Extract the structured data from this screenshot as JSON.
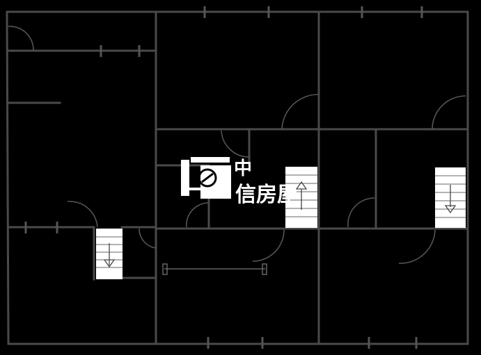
{
  "watermark": {
    "line1": "中",
    "line2": "信房屋",
    "logo": "zhongxin-realty-logo"
  },
  "stairs": [
    {
      "id": "stair-left",
      "direction": "down",
      "icon": "down-arrow-icon"
    },
    {
      "id": "stair-center",
      "direction": "up",
      "icon": "up-arrow-icon"
    },
    {
      "id": "stair-right",
      "direction": "down",
      "icon": "down-arrow-icon"
    }
  ],
  "colors": {
    "background": "#000000",
    "walls": "#4a4a4a",
    "stairs": "#ffffff",
    "watermark": "#ffffff"
  }
}
